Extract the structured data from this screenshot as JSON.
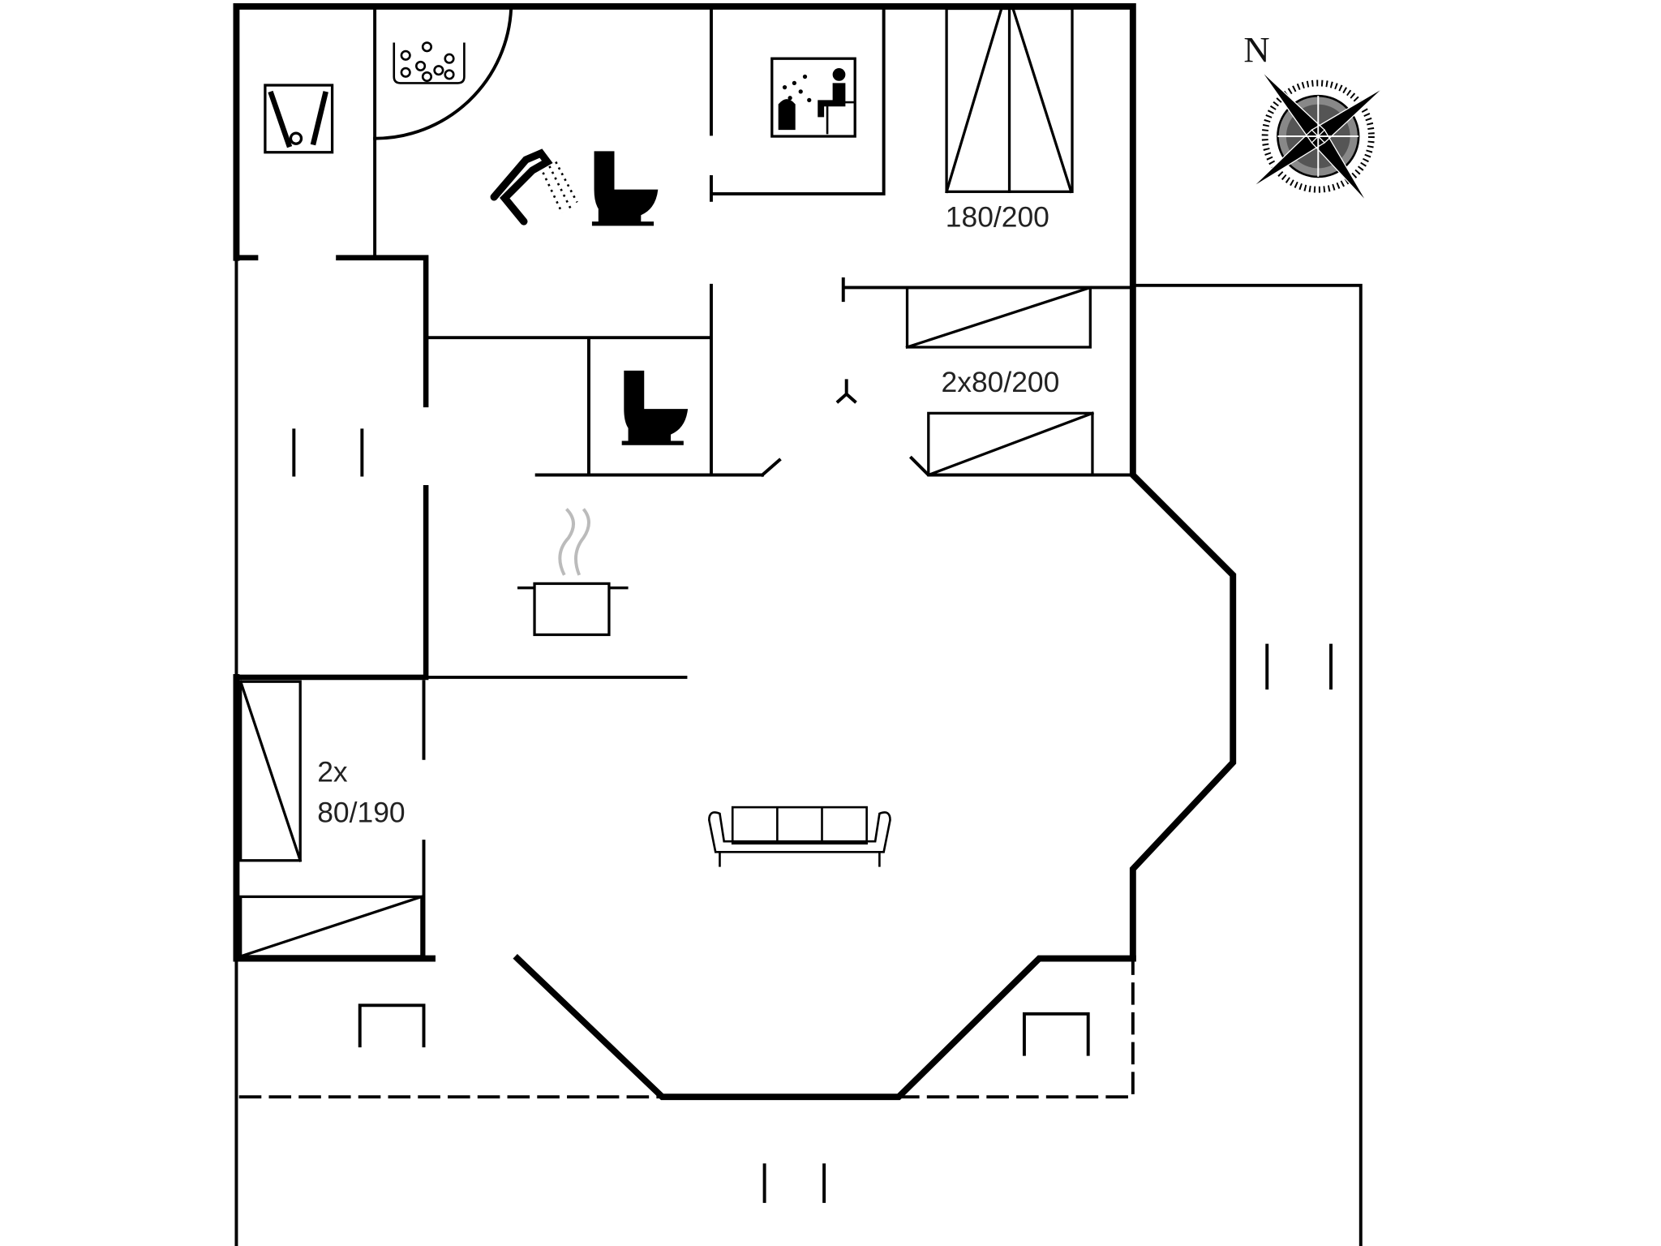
{
  "floorplan": {
    "labels": {
      "master_bed": "180/200",
      "twin_bed": "2x80/200",
      "bunk_line1": "2x",
      "bunk_line2": "80/190",
      "north": "N"
    },
    "icons": [
      "utility-icon",
      "whirlpool-icon",
      "sauna-icon",
      "shower-icon",
      "toilet-icon",
      "toilet-icon",
      "kitchen-pot-icon",
      "sofa-icon",
      "compass-rose-icon",
      "tv-antenna-icon"
    ],
    "colors": {
      "wall": "#000000",
      "background": "#ffffff"
    }
  }
}
